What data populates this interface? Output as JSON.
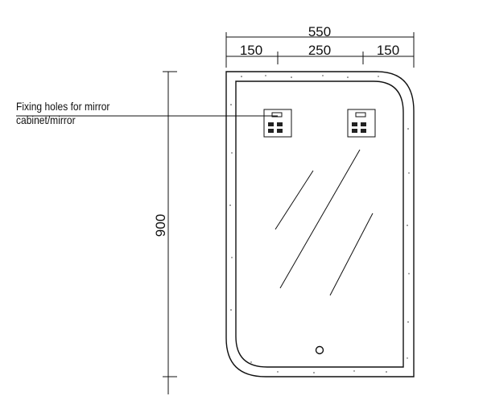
{
  "dimensions": {
    "total_width": "550",
    "left_offset": "150",
    "hole_spacing": "250",
    "right_offset": "150",
    "height": "900"
  },
  "annotation": {
    "line1": "Fixing holes for mirror",
    "line2": "cabinet/mirror"
  }
}
